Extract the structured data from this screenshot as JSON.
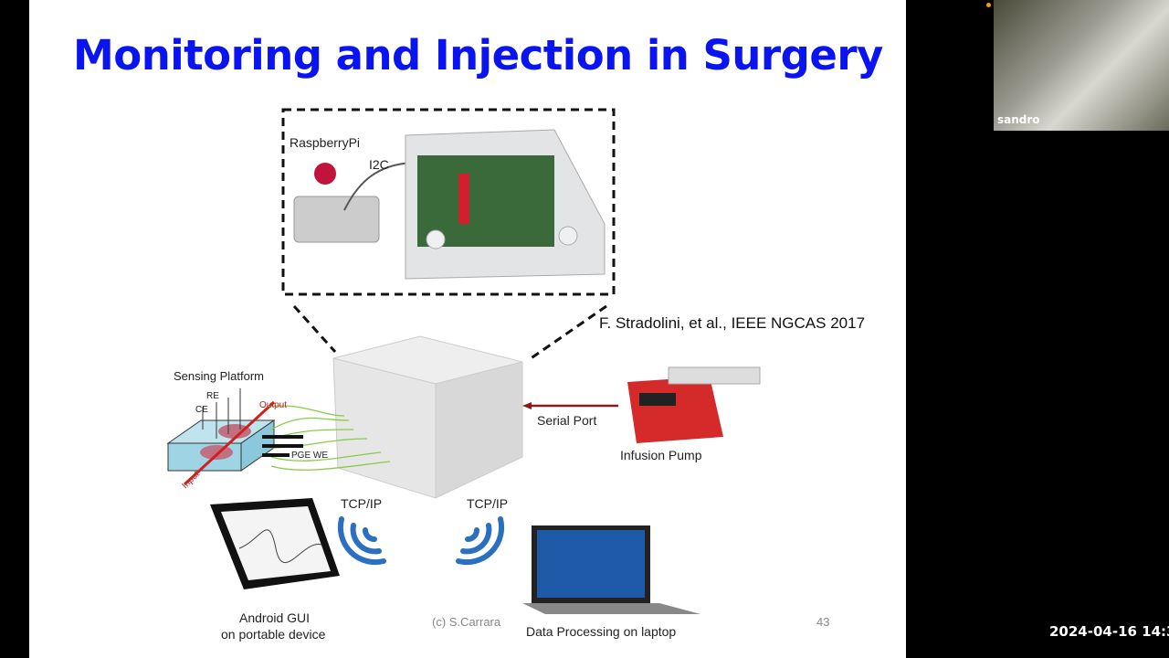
{
  "slide": {
    "title": "Monitoring and Injection in Surgery",
    "citation": "F. Stradolini, et al., IEEE NGCAS 2017",
    "labels": {
      "raspberry": "RaspberryPi",
      "i2c": "I2C",
      "sensing": "Sensing Platform",
      "re": "RE",
      "ce": "CE",
      "output": "Output",
      "input": "Input",
      "pgewe": "PGE WE",
      "serial": "Serial Port",
      "pump": "Infusion Pump",
      "tcp1": "TCP/IP",
      "tcp2": "TCP/IP",
      "android1": "Android GUI",
      "android2": "on portable device",
      "laptop": "Data Processing on laptop"
    },
    "copyright": "(c) S.Carrara",
    "page_number": "43"
  },
  "video": {
    "participant_name": "sandro"
  },
  "timestamp": "2024-04-16  14:3"
}
